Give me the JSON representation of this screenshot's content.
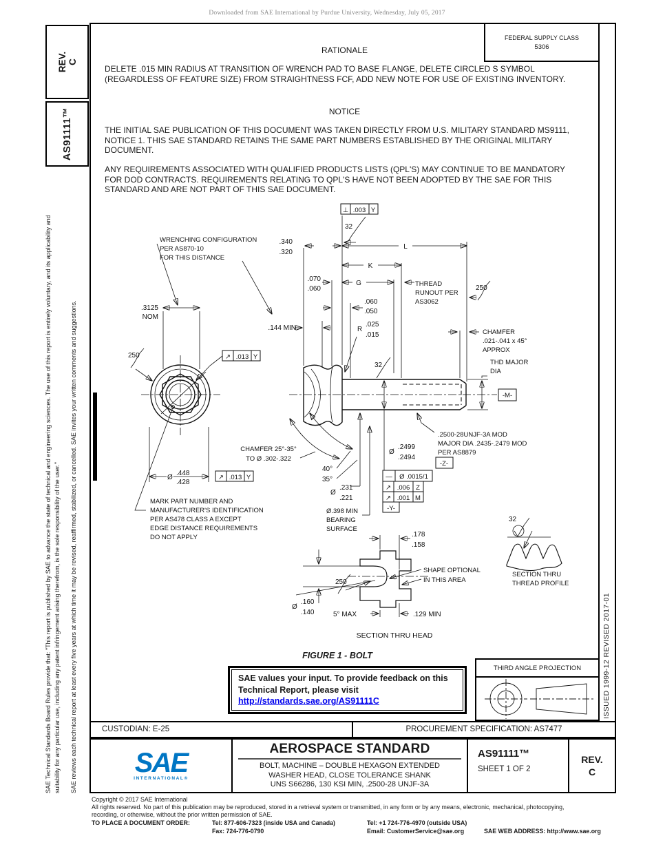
{
  "page": {
    "watermark": "Downloaded from SAE International by Purdue University, Wednesday, July 05, 2017",
    "rev_label": "REV.",
    "rev_letter": "C",
    "doc_number_vertical": "AS91111™",
    "sidebar_disclaimer_1": "SAE Technical Standards Board Rules provide that: \"This report is published by SAE to advance the state of technical and engineering sciences. The use of this report is entirely voluntary, and its applicability and suitability for any particular use, including any patent infringement arising therefrom, is the sole responsibility of the user.\"",
    "sidebar_disclaimer_2": "SAE reviews each technical report at least every five years at which time it may be revised, reaffirmed, stabilized, or cancelled. SAE invites your written comments and suggestions.",
    "issued_revised": "ISSUED 1999-12    REVISED 2017-01"
  },
  "header": {
    "fsc_label": "FEDERAL SUPPLY CLASS",
    "fsc_value": "5306"
  },
  "rationale": {
    "title": "RATIONALE",
    "body": "DELETE .015 MIN RADIUS AT TRANSITION OF WRENCH PAD TO BASE FLANGE, DELETE CIRCLED S SYMBOL (REGARDLESS OF FEATURE SIZE) FROM STRAIGHTNESS FCF, ADD NEW NOTE FOR USE OF EXISTING INVENTORY."
  },
  "notice": {
    "title": "NOTICE",
    "para1": "THE INITIAL SAE PUBLICATION OF THIS DOCUMENT WAS TAKEN DIRECTLY FROM U.S. MILITARY STANDARD MS9111, NOTICE 1.  THIS SAE STANDARD RETAINS THE SAME PART NUMBERS ESTABLISHED BY THE ORIGINAL MILITARY DOCUMENT.",
    "para2": "ANY REQUIREMENTS ASSOCIATED WITH QUALIFIED PRODUCTS LISTS (QPL'S) MAY CONTINUE TO BE MANDATORY FOR DOD CONTRACTS.  REQUIREMENTS RELATING TO QPL'S HAVE NOT BEEN ADOPTED BY THE SAE FOR THIS STANDARD AND ARE NOT PART OF THIS SAE DOCUMENT."
  },
  "figure": {
    "caption": "FIGURE 1 - BOLT",
    "labels": {
      "wrench1": "WRENCHING CONFIGURATION",
      "wrench2": "PER AS870-10",
      "wrench3": "FOR THIS DISTANCE",
      "nom1": ".3125",
      "nom2": "NOM",
      "f250": "250",
      "f32": "32",
      "runoutSym": "↗",
      "d013": ".013",
      "datumY": "Y",
      "dia": "Ø",
      "d448": ".448",
      "d428": ".428",
      "mark1": "MARK PART NUMBER AND",
      "mark2": "MANUFACTURER'S IDENTIFICATION",
      "mark3": "PER AS478 CLASS A EXCEPT",
      "mark4": "EDGE DISTANCE REQUIREMENTS",
      "mark5": "DO NOT APPLY",
      "cham1": "CHAMFER 25°-35°",
      "cham2": "TO Ø .302-.322",
      "perp": "⊥",
      "d003": ".003",
      "d340": ".340",
      "d320": ".320",
      "L": "L",
      "K": "K",
      "G": "G",
      "d070": ".070",
      "d060": ".060",
      "d050": ".050",
      "d144": ".144 MIN",
      "R": "R",
      "d025": ".025",
      "d015": ".015",
      "run1": "THREAD",
      "run2": "RUNOUT PER",
      "run3": "AS3062",
      "cham3": "CHAMFER",
      "cham4": ".021-.041 x 45°",
      "cham5": "APPROX",
      "thd1": "THD MAJOR",
      "thd2": "DIA",
      "datumM": "-M-",
      "t1": ".2500-28UNJF-3A MOD",
      "t2": "MAJOR DIA .2435-.2479 MOD",
      "t3": "PER AS8879",
      "datumZ": "-Z-",
      "d2499": ".2499",
      "d2494": ".2494",
      "straightSym": "—",
      "straightVal": "Ø .0015/1",
      "d006": ".006",
      "datumZl": "Z",
      "d001": ".001",
      "datumMl": "M",
      "datumY2": "-Y-",
      "a40": "40°",
      "a35": "35°",
      "d231": ".231",
      "d221": ".221",
      "brg1": "Ø.398 MIN",
      "brg2": "BEARING",
      "brg3": "SURFACE",
      "d178": ".178",
      "d158": ".158",
      "shape1": "SHAPE OPTIONAL",
      "shape2": "IN THIS AREA",
      "d160": ".160",
      "d140": ".140",
      "max5": "5° MAX",
      "d129": ".129 MIN",
      "secHead": "SECTION THRU HEAD",
      "secThr1": "SECTION THRU",
      "secThr2": "THREAD PROFILE"
    }
  },
  "feedback": {
    "line1": "SAE values your input. To provide feedback on this",
    "line2": "Technical Report, please visit",
    "link": "http://standards.sae.org/AS91111C"
  },
  "projection": {
    "title": "THIRD ANGLE PROJECTION"
  },
  "title_block": {
    "custodian": "CUSTODIAN: E-25",
    "procurement": "PROCUREMENT SPECIFICATION: AS7477",
    "logo_word": "SAE",
    "logo_sub": "INTERNATIONAL®",
    "standard_type": "AEROSPACE STANDARD",
    "subtitle1": "BOLT, MACHINE – DOUBLE HEXAGON EXTENDED",
    "subtitle2": "WASHER HEAD, CLOSE TOLERANCE SHANK",
    "subtitle3": "UNS S66286, 130 KSI MIN, .2500-28 UNJF-3A",
    "doc_number": "AS91111™",
    "sheet": "SHEET 1 OF 2",
    "rev_label": "REV.",
    "rev_letter": "C"
  },
  "footer": {
    "copyright": "Copyright © 2017 SAE International",
    "rights1": "All rights reserved. No part of this publication may be reproduced, stored in a retrieval system or transmitted, in any form or by any means, electronic, mechanical, photocopying,",
    "rights2": "recording, or otherwise, without the prior written permission of SAE.",
    "order_label": "TO PLACE A DOCUMENT ORDER:",
    "tel1": "Tel: 877-606-7323 (inside USA and Canada)",
    "tel2": "Tel: +1 724-776-4970 (outside USA)",
    "fax": "Fax: 724-776-0790",
    "email": "Email: CustomerService@sae.org",
    "web": "SAE WEB ADDRESS: http://www.sae.org"
  }
}
